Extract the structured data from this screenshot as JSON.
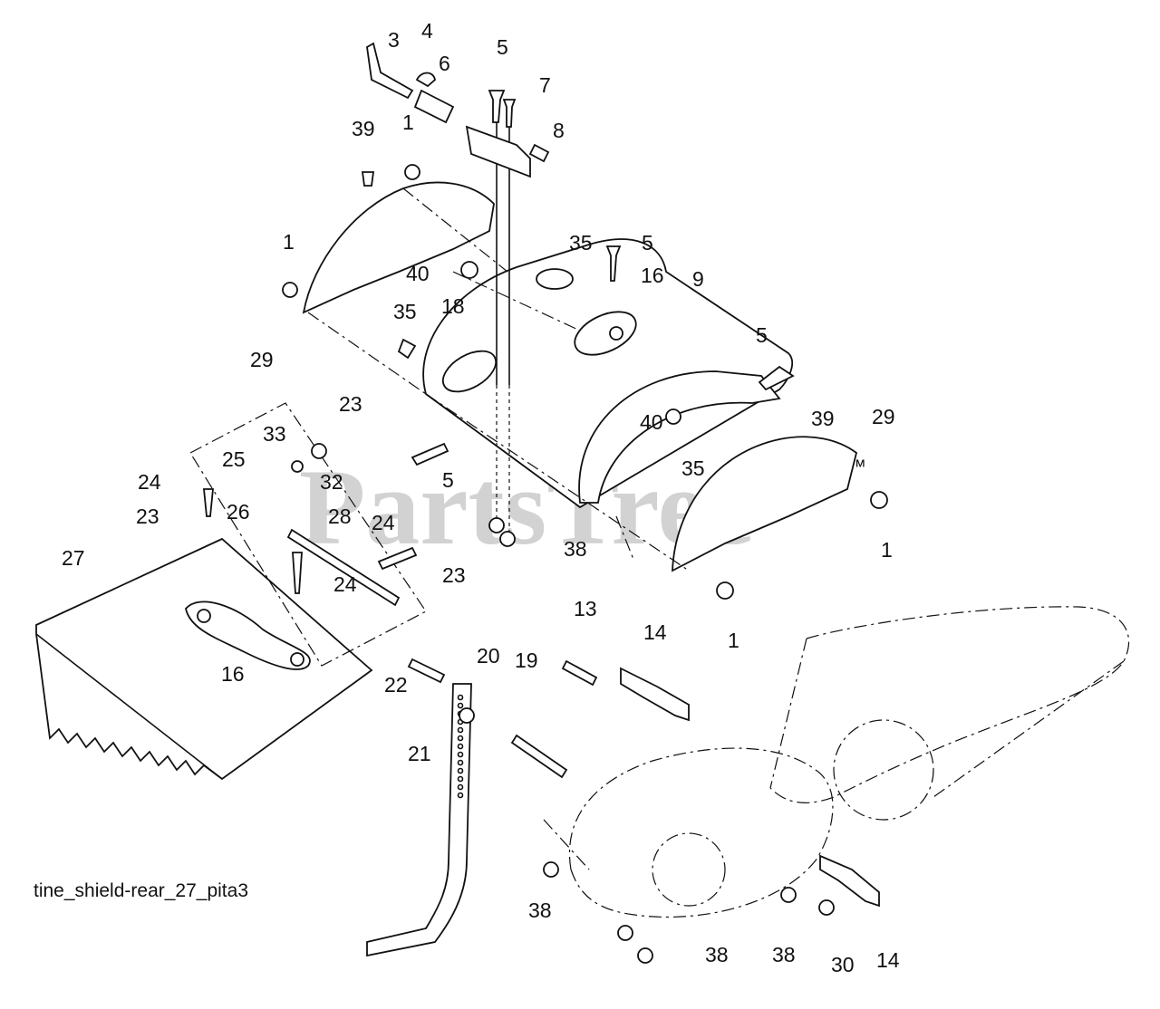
{
  "watermark": "PartsTree",
  "trademark": "™",
  "caption": "tine_shield-rear_27_pita3",
  "callouts": [
    "3",
    "4",
    "5",
    "6",
    "7",
    "8",
    "39",
    "1",
    "1",
    "35",
    "5",
    "40",
    "16",
    "9",
    "18",
    "35",
    "29",
    "5",
    "23",
    "33",
    "32",
    "25",
    "39",
    "29",
    "24",
    "26",
    "23",
    "28",
    "24",
    "5",
    "40",
    "35",
    "1",
    "27",
    "24",
    "23",
    "38",
    "1",
    "16",
    "13",
    "14",
    "20",
    "22",
    "19",
    "21",
    "38",
    "38",
    "38",
    "30",
    "14"
  ]
}
